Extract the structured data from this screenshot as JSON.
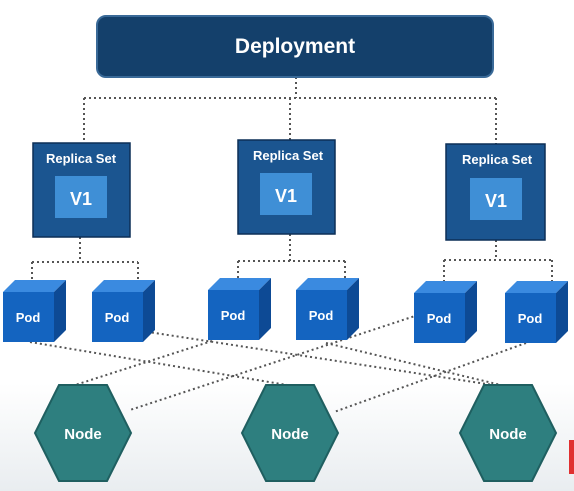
{
  "deployment": {
    "label": "Deployment"
  },
  "replica_sets": [
    {
      "label": "Replica Set",
      "version": "V1"
    },
    {
      "label": "Replica Set",
      "version": "V1"
    },
    {
      "label": "Replica Set",
      "version": "V1"
    }
  ],
  "pods": [
    {
      "label": "Pod"
    },
    {
      "label": "Pod"
    },
    {
      "label": "Pod"
    },
    {
      "label": "Pod"
    },
    {
      "label": "Pod"
    },
    {
      "label": "Pod"
    }
  ],
  "nodes": [
    {
      "label": "Node"
    },
    {
      "label": "Node"
    },
    {
      "label": "Node"
    }
  ],
  "colors": {
    "deployment_fill": "#14406b",
    "deployment_border": "#3a6a98",
    "replica_fill": "#1b5590",
    "version_fill": "#3f8fd6",
    "pod_front": "#1464c0",
    "pod_top": "#3a8ae0",
    "pod_side": "#0d4a95",
    "node_fill": "#2e7f7f",
    "node_border": "#1f5f60",
    "connector": "#555555"
  }
}
